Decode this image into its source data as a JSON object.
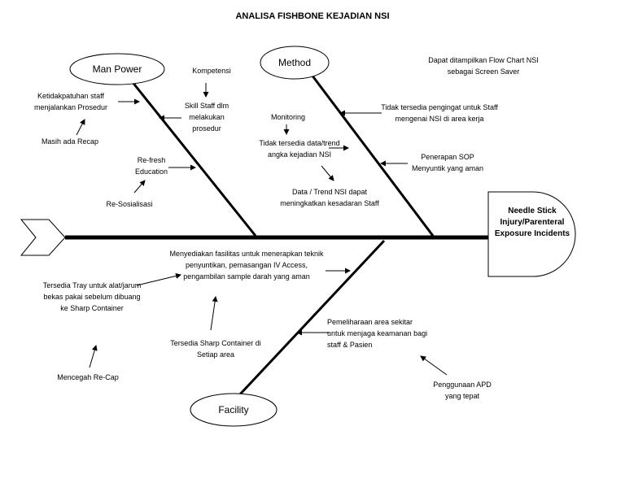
{
  "title": "ANALISA FISHBONE KEJADIAN NSI",
  "head": "Needle Stick Injury/Parenteral Exposure Incidents",
  "categories": {
    "man_power": "Man Power",
    "method": "Method",
    "facility": "Facility"
  },
  "causes": {
    "kompetensi": "Kompetensi",
    "skill_staff": "Skill Staff dlm melakukan prosedur",
    "ketidakpatuhan": "Ketidakpatuhan staff menjalankan Prosedur",
    "masih_ada_recap": "Masih ada Recap",
    "refresh_education": "Re-fresh Education",
    "re_sosialisasi": "Re-Sosialisasi",
    "flow_chart": "Dapat ditampilkan Flow Chart NSI sebagai Screen Saver",
    "monitoring": "Monitoring",
    "tidak_tersedia_pengingat": "Tidak tersedia pengingat untuk Staff mengenai NSI di area kerja",
    "tidak_tersedia_data": "Tidak tersedia data/trend angka kejadian NSI",
    "penerapan_sop": "Penerapan SOP Menyuntik yang aman",
    "data_trend": "Data / Trend NSI dapat meningkatkan kesadaran Staff",
    "menyediakan_fasilitas": "Menyediakan fasilitas untuk menerapkan teknik penyuntikan, pemasangan IV Access, pengambilan sample darah yang aman",
    "tersedia_tray": "Tersedia Tray untuk alat/jarum bekas pakai sebelum dibuang ke Sharp Container",
    "sharp_container": "Tersedia Sharp Container di Setiap area",
    "mencegah_recap": "Mencegah Re-Cap",
    "pemeliharaan_area": "Pemeliharaan area sekitar untuk menjaga keamanan bagi staff & Pasien",
    "penggunaan_apd": "Penggunaan APD yang tepat"
  }
}
